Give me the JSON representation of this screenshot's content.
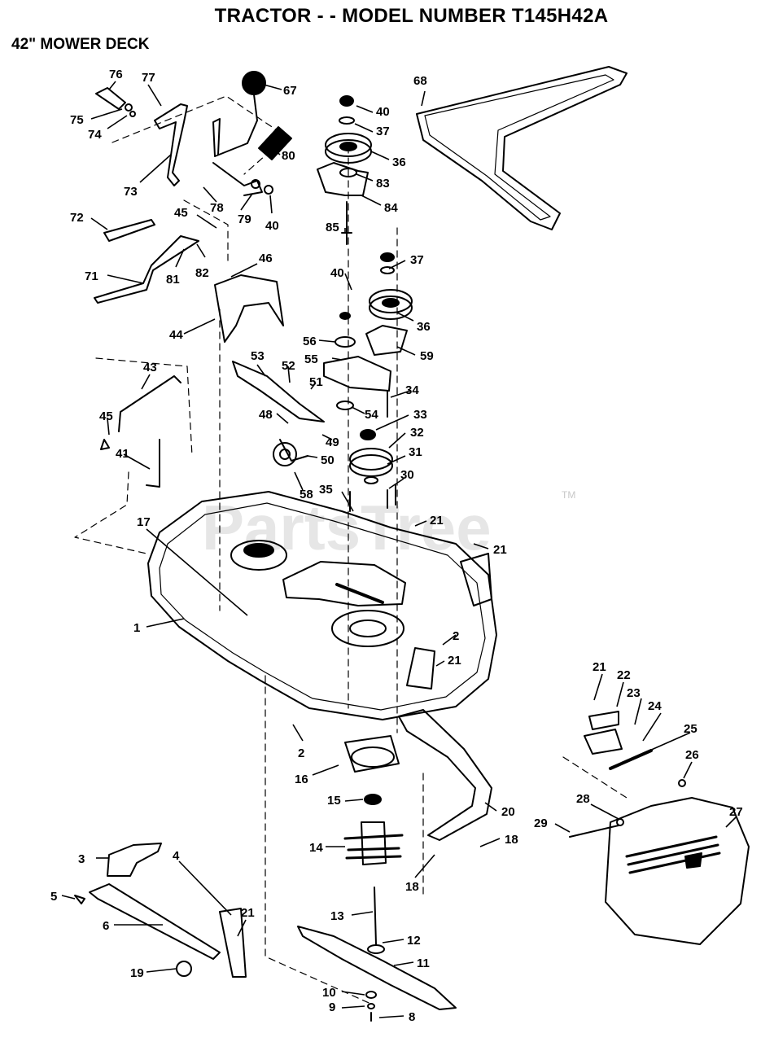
{
  "header": {
    "title": "TRACTOR - - MODEL NUMBER T145H42A",
    "section": "42\" MOWER DECK"
  },
  "watermark": {
    "text": "PartsTree",
    "tm": "TM"
  },
  "callouts": [
    "76",
    "77",
    "67",
    "40",
    "68",
    "75",
    "74",
    "37",
    "36",
    "80",
    "73",
    "83",
    "84",
    "78",
    "79",
    "40",
    "85",
    "72",
    "45",
    "71",
    "81",
    "82",
    "46",
    "40",
    "37",
    "44",
    "36",
    "56",
    "55",
    "59",
    "53",
    "52",
    "51",
    "34",
    "54",
    "33",
    "43",
    "48",
    "32",
    "45",
    "49",
    "31",
    "41",
    "50",
    "30",
    "58",
    "35",
    "21",
    "17",
    "21",
    "1",
    "2",
    "21",
    "21",
    "22",
    "23",
    "24",
    "25",
    "2",
    "26",
    "16",
    "15",
    "20",
    "27",
    "28",
    "29",
    "14",
    "18",
    "3",
    "4",
    "18",
    "5",
    "6",
    "21",
    "13",
    "12",
    "11",
    "19",
    "10",
    "9",
    "8"
  ],
  "parts": [
    {
      "id": "p76",
      "icon": "bolt-icon"
    },
    {
      "id": "p68",
      "icon": "drive-belt-icon"
    },
    {
      "id": "p67",
      "icon": "knob-icon"
    },
    {
      "id": "p36",
      "icon": "pulley-icon"
    },
    {
      "id": "p1",
      "icon": "mower-deck-icon"
    },
    {
      "id": "p11",
      "icon": "blade-icon"
    },
    {
      "id": "p14",
      "icon": "spindle-housing-icon"
    },
    {
      "id": "p27",
      "icon": "chute-icon"
    },
    {
      "id": "p25",
      "icon": "spring-icon"
    }
  ]
}
